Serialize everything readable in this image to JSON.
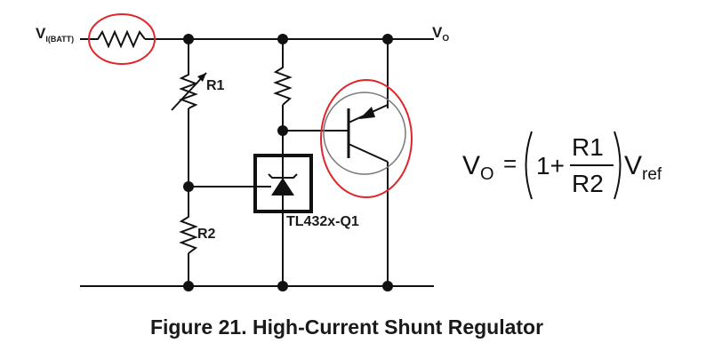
{
  "labels": {
    "vin_main": "V",
    "vin_sub": "I(BATT)",
    "vout_main": "V",
    "vout_sub": "O",
    "r1": "R1",
    "r2": "R2",
    "ic": "TL432x-Q1"
  },
  "equation": {
    "lhs_main": "V",
    "lhs_sub": "O",
    "equals": "=",
    "one_plus": "1+",
    "numerator": "R1",
    "denominator": "R2",
    "rhs_main": "V",
    "rhs_sub": "ref"
  },
  "caption": "Figure 21.  High-Current Shunt Regulator",
  "colors": {
    "wire": "#111111",
    "highlight": "#e0262b"
  }
}
